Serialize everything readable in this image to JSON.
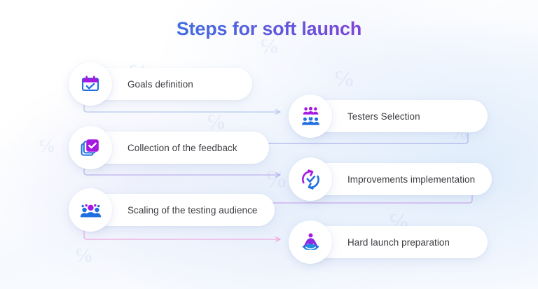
{
  "page": {
    "title": "Steps for soft launch",
    "title_gradient_from": "#2383e2",
    "title_gradient_to": "#a91fd6",
    "background": "#ffffff",
    "label_color": "#3c3c41"
  },
  "steps": [
    {
      "index": "1",
      "label": "Goals definition",
      "icon": "calendar-check-icon",
      "side": "left",
      "accent_primary": "#a51ae0",
      "accent_secondary": "#1f6fe0"
    },
    {
      "index": "2",
      "label": "Testers Selection",
      "icon": "group-of-people-icon",
      "side": "right",
      "accent_primary": "#a51ae0",
      "accent_secondary": "#1f6fe0"
    },
    {
      "index": "3",
      "label": "Collection of the feedback",
      "icon": "stacked-cards-check-icon",
      "side": "left",
      "accent_primary": "#9d1ee2",
      "accent_secondary": "#1f6fe0"
    },
    {
      "index": "4",
      "label": "Improvements implementation",
      "icon": "refresh-check-icon",
      "side": "right",
      "accent_primary": "#a51ae0",
      "accent_secondary": "#1f6fe0"
    },
    {
      "index": "5",
      "label": "Scaling of the testing audience",
      "icon": "audience-growth-icon",
      "side": "left",
      "accent_primary": "#a51ae0",
      "accent_secondary": "#1f6fe0"
    },
    {
      "index": "6",
      "label": "Hard launch preparation",
      "icon": "meditation-lotus-icon",
      "side": "right",
      "accent_primary": "#a51ae0",
      "accent_secondary": "#1f6fe0"
    }
  ],
  "connectors": [
    {
      "name": "connector-1-to-2",
      "from_step": "1",
      "to_step": "2",
      "direction": "left-to-right",
      "color": "#b9c9f0"
    },
    {
      "name": "connector-2-to-3",
      "from_step": "2",
      "to_step": "3",
      "direction": "right-to-left",
      "color": "#aeb4ee"
    },
    {
      "name": "connector-3-to-4",
      "from_step": "3",
      "to_step": "4",
      "direction": "left-to-right",
      "color": "#bdb3ef"
    },
    {
      "name": "connector-4-to-5",
      "from_step": "4",
      "to_step": "5",
      "direction": "right-to-left",
      "color": "#cba8ec"
    },
    {
      "name": "connector-5-to-6",
      "from_step": "5",
      "to_step": "6",
      "direction": "left-to-right",
      "color": "#eeaae0"
    }
  ]
}
